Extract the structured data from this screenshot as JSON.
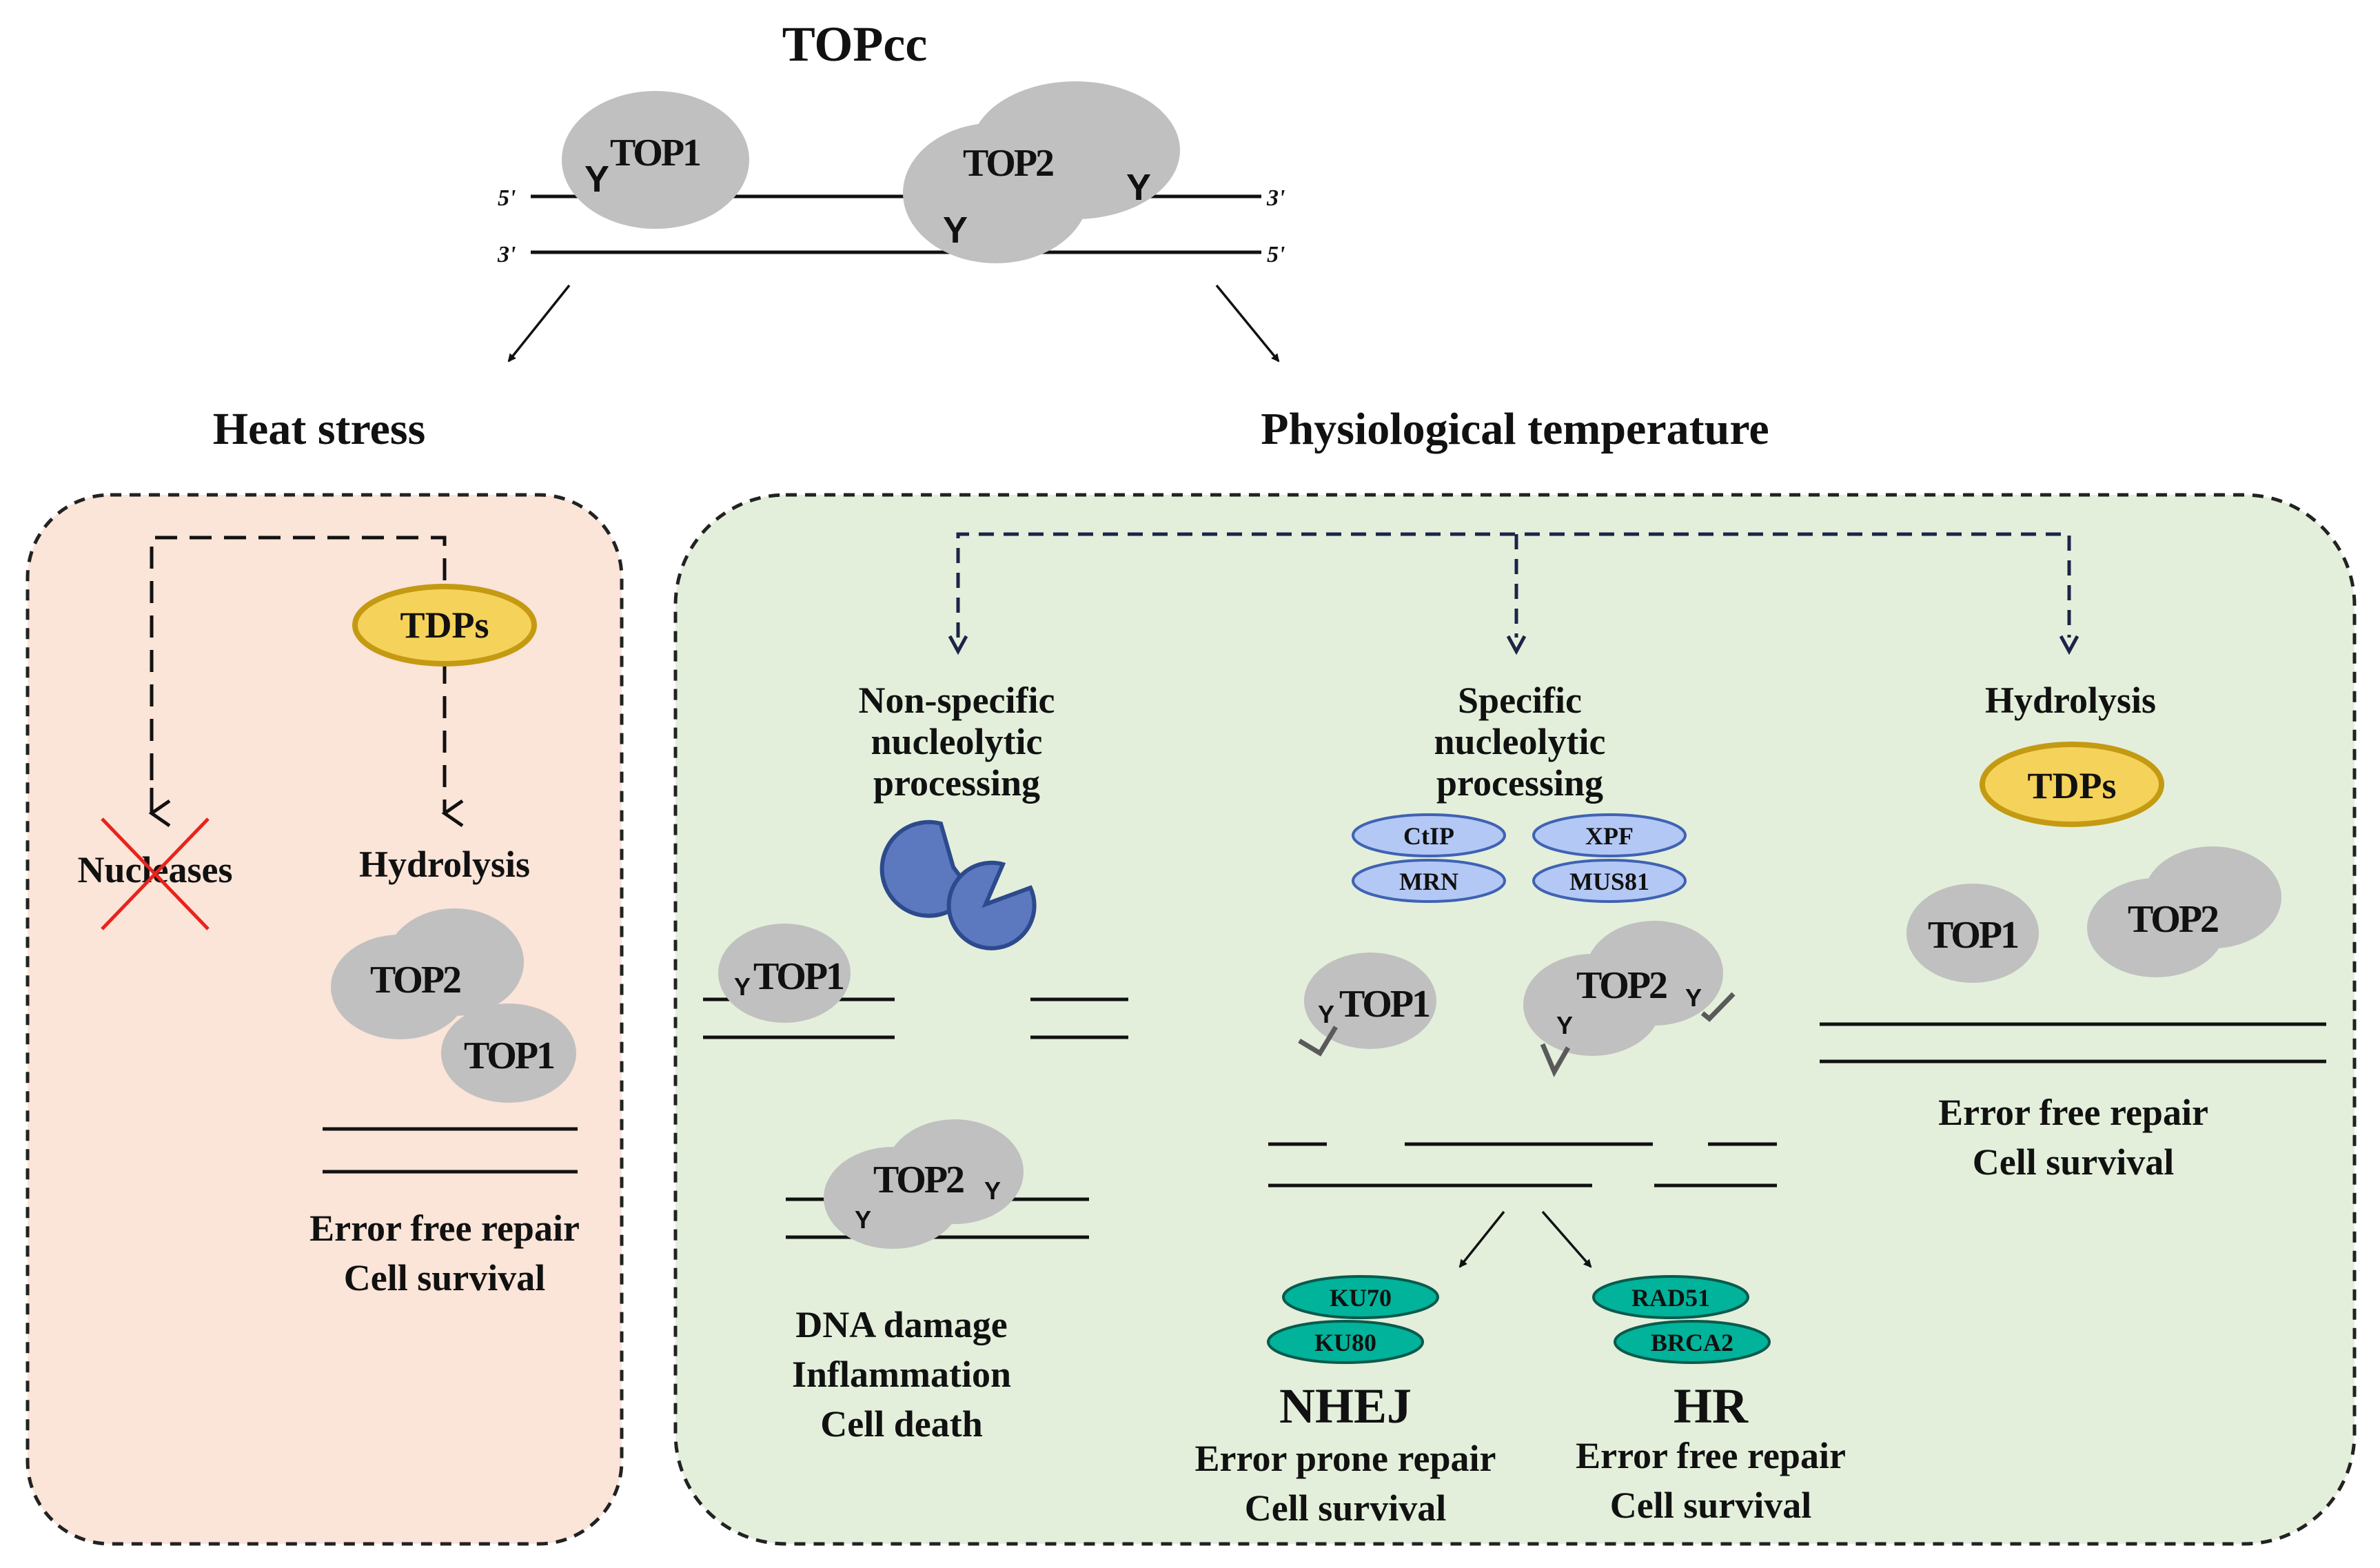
{
  "title": "TOPcc",
  "strand_ends": {
    "five_prime": "5'",
    "three_prime": "3'"
  },
  "tyrosine_symbol": "Y",
  "proteins": {
    "top1": "TOP1",
    "top2": "TOP2"
  },
  "heat_stress": {
    "heading": "Heat stress",
    "tdps": "TDPs",
    "nucleases": "Nucleases",
    "hydrolysis": "Hydrolysis",
    "outcome_line1": "Error free repair",
    "outcome_line2": "Cell survival"
  },
  "physiological": {
    "heading": "Physiological temperature",
    "nonspecific": {
      "line1": "Non-specific",
      "line2": "nucleolytic",
      "line3": "processing",
      "outcome_line1": "DNA damage",
      "outcome_line2": "Inflammation",
      "outcome_line3": "Cell death"
    },
    "specific": {
      "line1": "Specific",
      "line2": "nucleolytic",
      "line3": "processing",
      "nucleases": [
        "CtIP",
        "XPF",
        "MRN",
        "MUS81"
      ],
      "nhej": {
        "factors": [
          "KU70",
          "KU80"
        ],
        "label": "NHEJ",
        "outcome_line1": "Error prone repair",
        "outcome_line2": "Cell survival"
      },
      "hr": {
        "factors": [
          "RAD51",
          "BRCA2"
        ],
        "label": "HR",
        "outcome_line1": "Error free repair",
        "outcome_line2": "Cell survival"
      }
    },
    "hydrolysis": {
      "label": "Hydrolysis",
      "tdps": "TDPs",
      "outcome_line1": "Error free repair",
      "outcome_line2": "Cell survival"
    }
  },
  "colors": {
    "heat_panel_fill": "#fbe4d8",
    "physio_panel_fill": "#e3efdb",
    "protein_gray": "#c0c0c0",
    "tdp_fill": "#f5d25a",
    "tdp_stroke": "#c49a12",
    "nuclease_fill": "#b4c8f5",
    "nuclease_stroke": "#3f62b3",
    "repair_factor_fill": "#00b39a",
    "pacman_fill": "#5c78be",
    "cross_red": "#e8231d"
  }
}
